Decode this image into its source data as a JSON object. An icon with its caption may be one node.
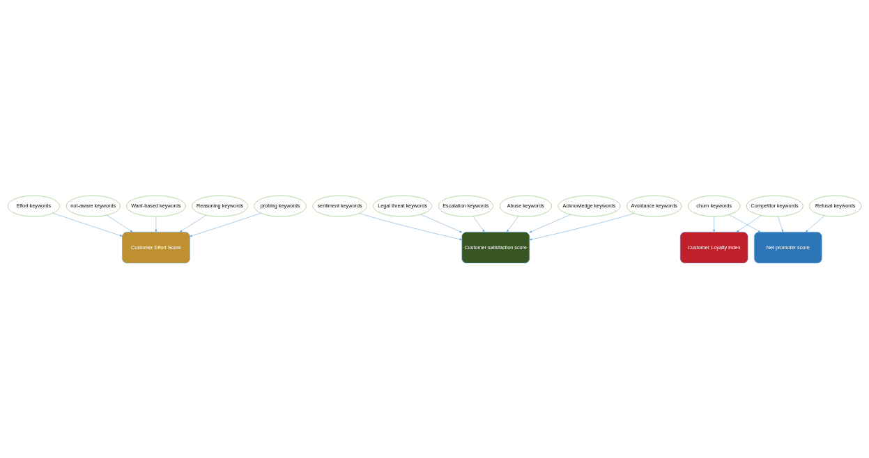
{
  "diagram": {
    "nodes": [
      {
        "text": [
          "Effort keywords"
        ]
      },
      {
        "text": [
          "not-aware keywords"
        ]
      },
      {
        "text": [
          "Want-based keywords"
        ]
      },
      {
        "text": [
          "Reasoning keywords"
        ]
      },
      {
        "text": [
          "probing keywords"
        ]
      },
      {
        "text": [
          "sentiment keywords"
        ]
      },
      {
        "text": [
          "Legal threat keywords"
        ]
      },
      {
        "text": [
          "Escalation keywords"
        ]
      },
      {
        "text": [
          "Abuse keywords"
        ]
      },
      {
        "text": [
          "Acknowledge keywords"
        ]
      },
      {
        "text": [
          "Avoidance keywords"
        ]
      },
      {
        "text": [
          "Competitor keywords"
        ]
      },
      {
        "text": [
          "churn keywords"
        ]
      },
      {
        "text": [
          "Refusal keywords"
        ]
      },
      {
        "text": [
          "Customer Effort Score"
        ]
      },
      {
        "text": [
          "Customer satisfaction score"
        ]
      },
      {
        "text": [
          "Customer Loyalty index"
        ]
      },
      {
        "text": [
          "Net promoter score"
        ]
      }
    ],
    "edges": [
      {
        "from": 0,
        "to": 14,
        "arrow": "to"
      },
      {
        "from": 1,
        "to": 14,
        "arrow": "to"
      },
      {
        "from": 2,
        "to": 14,
        "arrow": "to"
      },
      {
        "from": 3,
        "to": 14,
        "arrow": "to"
      },
      {
        "from": 4,
        "to": 14,
        "arrow": "to"
      },
      {
        "from": 5,
        "to": 15,
        "arrow": "to"
      },
      {
        "from": 6,
        "to": 15,
        "arrow": "to"
      },
      {
        "from": 7,
        "to": 15,
        "arrow": "to"
      },
      {
        "from": 8,
        "to": 15,
        "arrow": "to"
      },
      {
        "from": 9,
        "to": 15,
        "arrow": "to"
      },
      {
        "from": 10,
        "to": 15,
        "arrow": "to"
      },
      {
        "from": 11,
        "to": 16,
        "arrow": "to"
      },
      {
        "from": 12,
        "to": 16,
        "arrow": "to"
      },
      {
        "from": 11,
        "to": 17,
        "arrow": "to"
      },
      {
        "from": 12,
        "to": 17,
        "arrow": "to"
      },
      {
        "from": 13,
        "to": 17,
        "arrow": "to"
      }
    ]
  }
}
